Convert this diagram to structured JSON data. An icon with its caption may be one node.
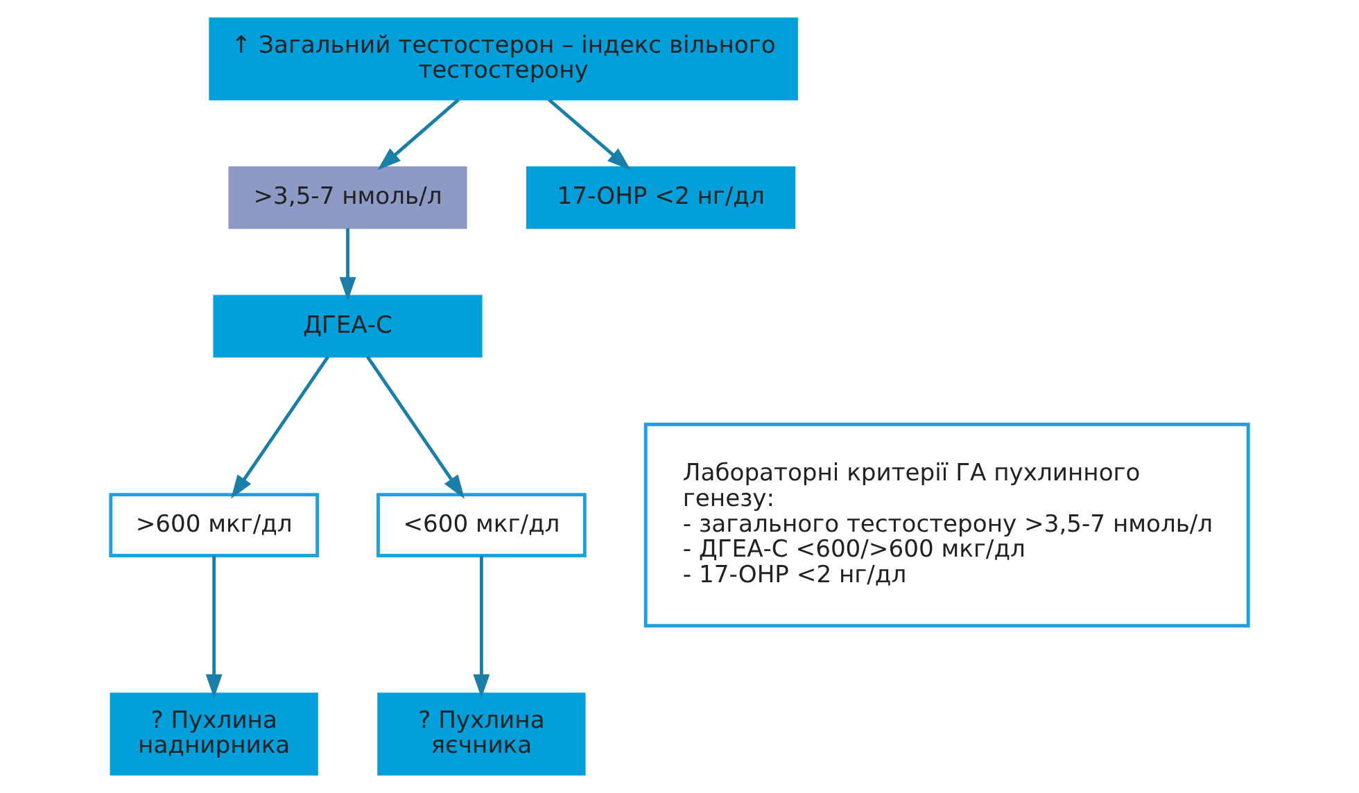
{
  "diagram": {
    "nodes": [
      {
        "text": [
          "↑ Загальний тестостерон – індекс вільного тестостерону"
        ]
      },
      {
        "text": [
          ">3,5-7 нмоль/л"
        ]
      },
      {
        "text": [
          "ДГЕА-С"
        ]
      },
      {
        "text": [
          "17-OHP <2 нг/дл"
        ]
      },
      {
        "text": [
          ">600 мкг/дл"
        ]
      },
      {
        "text": [
          "<600 мкг/дл"
        ]
      },
      {
        "text": [
          "? Пухлина наднирника"
        ]
      },
      {
        "text": [
          "? Пухлина яєчника"
        ]
      },
      {
        "text": [
          "Лабораторні критерії ГА пухлинного генезу:",
          "- загального тестостерону >3,5-7 нмоль/л",
          "- ДГЕА-С <600/>600 мкг/дл",
          "- 17-OHP <2 нг/дл"
        ]
      }
    ],
    "edges": [
      {
        "from": 0,
        "to": 1,
        "arrow": "to"
      },
      {
        "from": 0,
        "to": 3,
        "arrow": "to"
      },
      {
        "from": 1,
        "to": 2,
        "arrow": "to"
      },
      {
        "from": 2,
        "to": 4,
        "arrow": "to"
      },
      {
        "from": 2,
        "to": 5,
        "arrow": "to"
      },
      {
        "from": 4,
        "to": 6,
        "arrow": "to"
      },
      {
        "from": 5,
        "to": 7,
        "arrow": "to"
      }
    ]
  }
}
